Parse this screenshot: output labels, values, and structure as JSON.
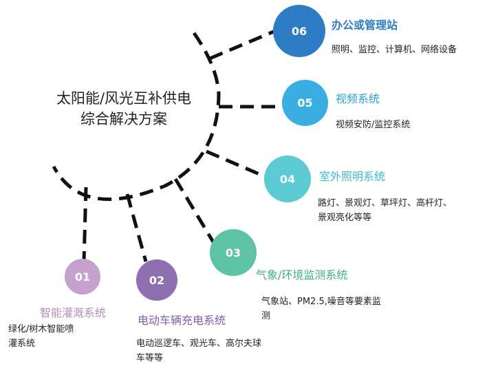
{
  "title": {
    "line1": "太阳能/风光互补供电",
    "line2": "综合解决方案"
  },
  "nodes": [
    {
      "number": "01",
      "title": "智能灌溉系统",
      "desc_lines": [
        "绿化/树木智能喷",
        "灌系统"
      ],
      "color": "#c7a1cd",
      "title_color": "#b48cbc"
    },
    {
      "number": "02",
      "title": "电动车辆充电系统",
      "desc_lines": [
        "电动巡逻车、观光车、高尔夫球",
        "车等等"
      ],
      "color": "#8e6fb0",
      "title_color": "#7d5ea6"
    },
    {
      "number": "03",
      "title": "气象/环境监测系统",
      "desc_lines": [
        "气象站、PM2.5,噪音等要素监",
        "测"
      ],
      "color": "#5ec3a4",
      "title_color": "#3fae8c"
    },
    {
      "number": "04",
      "title": "室外照明系统",
      "desc_lines": [
        "路灯、景观灯、草坪灯、高杆灯、",
        "景观亮化等等"
      ],
      "color": "#5ccad2",
      "title_color": "#3ebbc6"
    },
    {
      "number": "05",
      "title": "视频系统",
      "desc_lines": [
        "视频安防/监控系统"
      ],
      "color": "#3aaee3",
      "title_color": "#2a9fd8"
    },
    {
      "number": "06",
      "title": "办公或管理站",
      "desc_lines": [
        "照明、监控、计算机、网络设备"
      ],
      "color": "#2e7dc4",
      "title_color": "#2e7dc4"
    }
  ]
}
